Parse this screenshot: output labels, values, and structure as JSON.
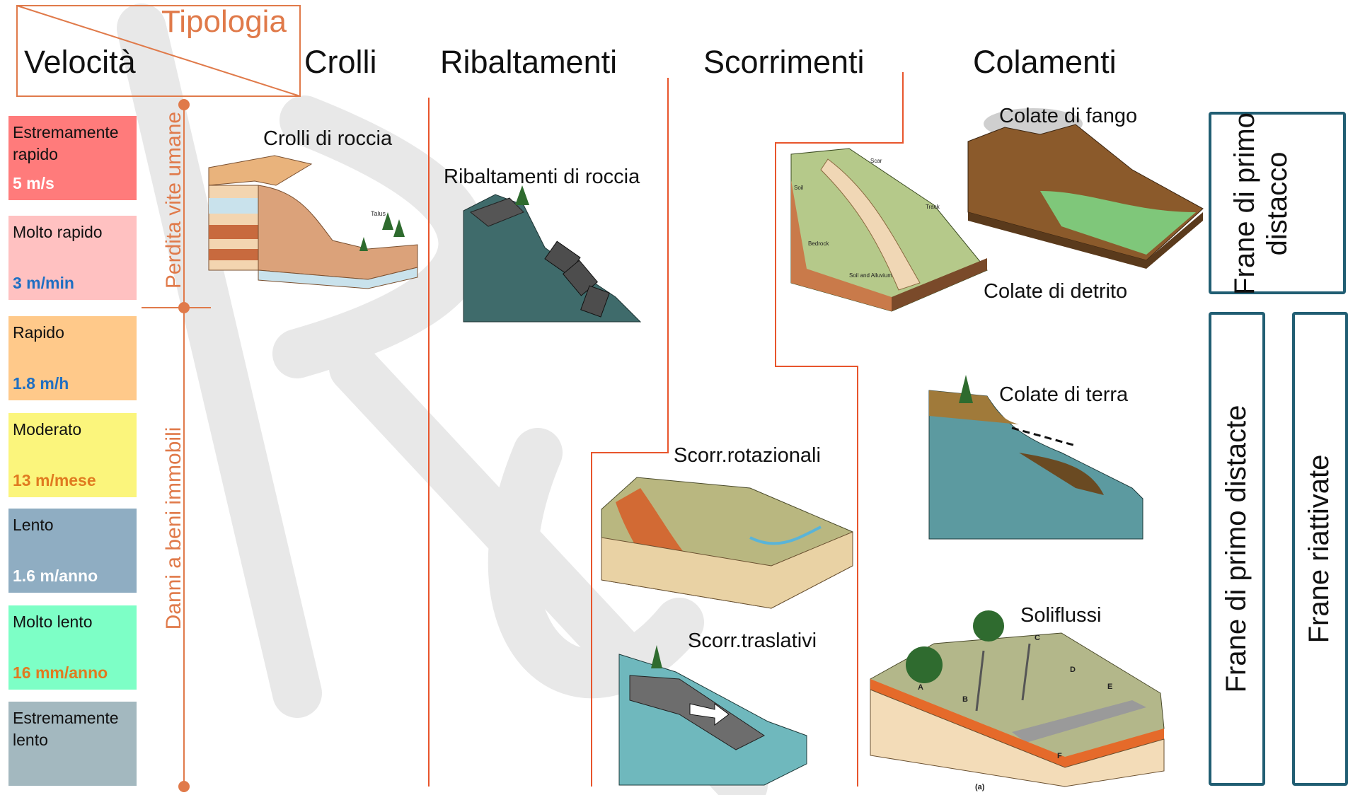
{
  "header": {
    "velocita": "Velocità",
    "tipologia": "Tipologia",
    "columns": [
      "Crolli",
      "Ribaltamenti",
      "Scorrimenti",
      "Colamenti"
    ]
  },
  "speeds": [
    {
      "name": "Estremamente rapido",
      "value": "5 m/s",
      "bg": "#ff7b7b",
      "value_color": "#ffffff"
    },
    {
      "name": "Molto rapido",
      "value": "3 m/min",
      "bg": "#ffc1c1",
      "value_color": "#1f6fc2"
    },
    {
      "name": "Rapido",
      "value": "1.8 m/h",
      "bg": "#ffc98a",
      "value_color": "#1f6fc2"
    },
    {
      "name": "Moderato",
      "value": "13 m/mese",
      "bg": "#fbf57c",
      "value_color": "#e07a20"
    },
    {
      "name": "Lento",
      "value": "1.6 m/anno",
      "bg": "#8fadc2",
      "value_color": "#ffffff"
    },
    {
      "name": "Molto lento",
      "value": "16 mm/anno",
      "bg": "#7dffc6",
      "value_color": "#e07a20"
    },
    {
      "name": "Estremamente lento",
      "value": "",
      "bg": "#a3b8bf",
      "value_color": "#ffffff"
    }
  ],
  "risk_axis": {
    "upper": "Perdita vite umane",
    "lower": "Danni a beni immobili",
    "color": "#e07a4a"
  },
  "labels": {
    "crolli_roccia": "Crolli di roccia",
    "ribaltamenti_roccia": "Ribaltamenti di roccia",
    "colate_fango": "Colate di fango",
    "colate_detrito": "Colate di detrito",
    "colate_terra": "Colate di terra",
    "scorr_rotazionali": "Scorr.rotazionali",
    "scorr_traslativi": "Scorr.traslativi",
    "soliflussi": "Soliflussi"
  },
  "diagram_annotations": {
    "talus": "Talus",
    "scar": "Scar",
    "track": "Track",
    "soil": "Soil",
    "bedrock": "Bedrock",
    "soil_alluvium": "Soil and Alluvium",
    "fig_a": "(a)",
    "point_a": "A",
    "point_b": "B",
    "point_c": "C",
    "point_d": "D",
    "point_e": "E",
    "point_f": "F"
  },
  "side_boxes": {
    "top": "Frane di primo distacco",
    "bottom_left": "Frane di primo distacte",
    "bottom_right": "Frane  riattivate",
    "border_color": "#215e73"
  },
  "divider_color": "#e8552c"
}
